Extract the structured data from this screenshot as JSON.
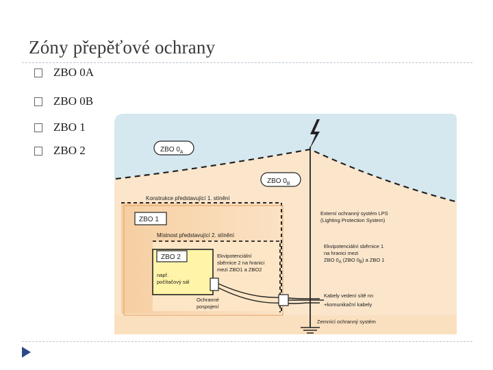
{
  "slide": {
    "title": "Zóny přepěťové ochrany"
  },
  "bullets": [
    {
      "label": "ZBO 0A",
      "icon": "checkbox-icon"
    },
    {
      "label": "ZBO 0B",
      "icon": "checkbox-icon"
    },
    {
      "label": "ZBO 1",
      "icon": "checkbox-icon"
    },
    {
      "label": "ZBO 2",
      "icon": "checkbox-icon"
    }
  ],
  "diagram": {
    "zone_0a": {
      "label": "ZBO 0",
      "sub": "A"
    },
    "zone_0b": {
      "label": "ZBO 0",
      "sub": "B"
    },
    "zone_1": "ZBO 1",
    "zone_2": "ZBO 2",
    "shield1_label": "Konstrukce představující 1. stínění",
    "shield2_label": "Místnost představující  2. stínění",
    "lps_line1": "Externí ochranný systém LPS",
    "lps_line2": "(Lighting Protection System)",
    "bus1_line1": "Ekvipotenciální sběrnice 1",
    "bus1_line2": "na hranici mezi",
    "bus1_line3_a": "ZBO 0",
    "bus1_line3_sub1": "A",
    "bus1_line3_b": " (ZBO 0",
    "bus1_line3_sub2": "B",
    "bus1_line3_c": ") a ZBO 1",
    "bus2_line1": "Ekvipotenciální",
    "bus2_line2": "sběrnice 2 na hranici",
    "bus2_line3": "mezi ZBO1 a ZBO2",
    "device_line1": "např.",
    "device_line2": "počítačový sál",
    "bonding_line1": "Ochranné",
    "bonding_line2": "pospojení",
    "cables_line1": "Kabely vedení sítě nn",
    "cables_line2": "+komunikační kabely",
    "ground_label": "Zemnící ochranný systém",
    "colors": {
      "sky": "#d5e8f0",
      "zone1": "#f6cfa2",
      "zone2": "#fde6c6",
      "device": "#fff4a8",
      "accent": "#2a4a8a"
    }
  },
  "nav": {
    "icon": "next-slide-arrow-icon"
  }
}
